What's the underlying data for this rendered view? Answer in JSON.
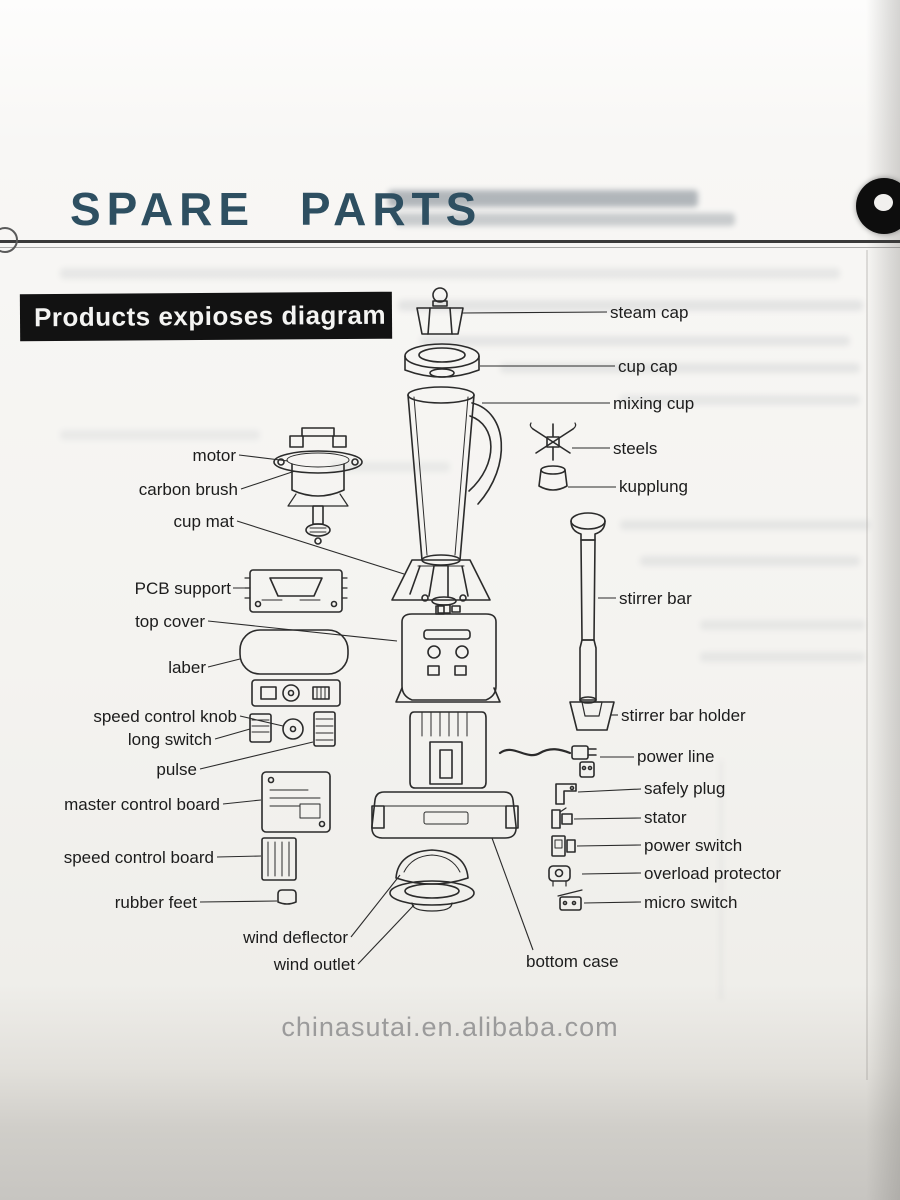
{
  "header": {
    "title": "SPARE PARTS"
  },
  "diagram": {
    "box_title": "Products expioses diagram",
    "left_labels": [
      "motor",
      "carbon brush",
      "cup mat",
      "PCB support",
      "top cover",
      "laber",
      "speed control knob",
      "long switch",
      "pulse",
      "master control board",
      "speed control board",
      "rubber feet",
      "wind deflector",
      "wind outlet"
    ],
    "right_labels": [
      "steam cap",
      "cup cap",
      "mixing cup",
      "steels",
      "kupplung",
      "stirrer bar",
      "stirrer bar holder",
      "power line",
      "safely plug",
      "stator",
      "power switch",
      "overload protector",
      "micro switch",
      "bottom case"
    ]
  },
  "footer": {
    "watermark": "chinasutai.en.alibaba.com"
  },
  "colors": {
    "c-title": "#2e4f61",
    "c-boxbg": "#121212",
    "c-boxtext": "#f4f4f2",
    "c-label": "#1c1c1c",
    "c-watermark": "#9b9b9b",
    "c-line": "#2b2b2b"
  }
}
